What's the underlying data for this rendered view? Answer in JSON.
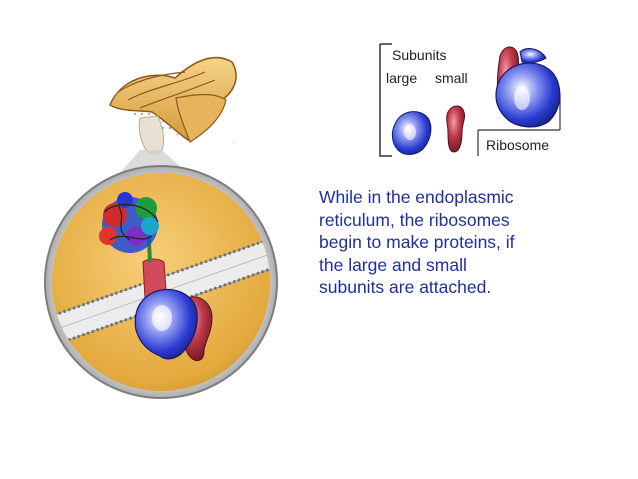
{
  "legend": {
    "title": "Subunits",
    "large_label": "large",
    "small_label": "small",
    "ribosome_label": "Ribosome"
  },
  "caption": {
    "lines": [
      "While in the endoplasmic",
      "reticulum, the ribosomes",
      "begin to make proteins, if",
      "the large and small",
      "subunits are attached."
    ]
  },
  "colors": {
    "large_subunit": "#2b3bd1",
    "small_subunit": "#b0303f",
    "cytoplasm": "#e3a93c",
    "er_membrane": "#cfcfcf",
    "caption_text": "#1f2f9e"
  }
}
